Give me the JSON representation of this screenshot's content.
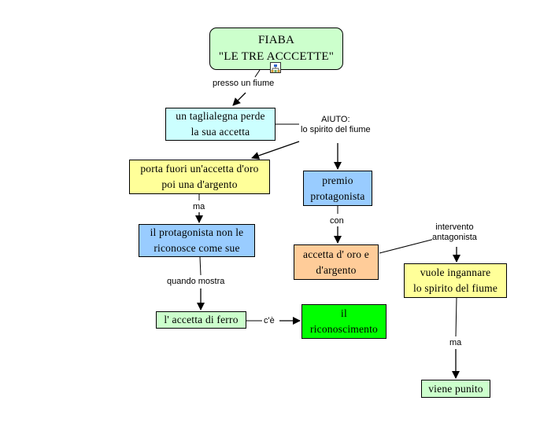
{
  "colors": {
    "root": "#ccffcc",
    "cyan": "#ccffff",
    "yellow": "#ffff99",
    "blue": "#99ccff",
    "orange": "#ffcc99",
    "lightgreen": "#ccffcc",
    "green": "#00ff00"
  },
  "nodes": {
    "root": "FIABA\n\"LE TRE ACCCETTE\"",
    "taglialegna": "un taglialegna perde\nla sua accetta",
    "porta_fuori": "porta fuori un'accetta d'oro\npoi una d'argento",
    "premio": "premio\nprotagonista",
    "protagonista": "il protagonista non le\nriconosce come sue",
    "accetta_oro": "accetta d' oro e\nd'argento",
    "vuole_ingannare": "vuole ingannare\nlo spirito del fiume",
    "accetta_ferro": "l' accetta di ferro",
    "riconoscimento": "il\nriconoscimento",
    "viene_punito": "viene punito"
  },
  "links": {
    "presso": "presso un fiume",
    "aiuto": "AIUTO:\nlo spirito del fiume",
    "ma1": "ma",
    "con": "con",
    "quando": "quando mostra",
    "intervento": "intervento\nantagonista",
    "ce": "c'è",
    "ma2": "ma"
  },
  "root_icon": "concept-map-icon"
}
